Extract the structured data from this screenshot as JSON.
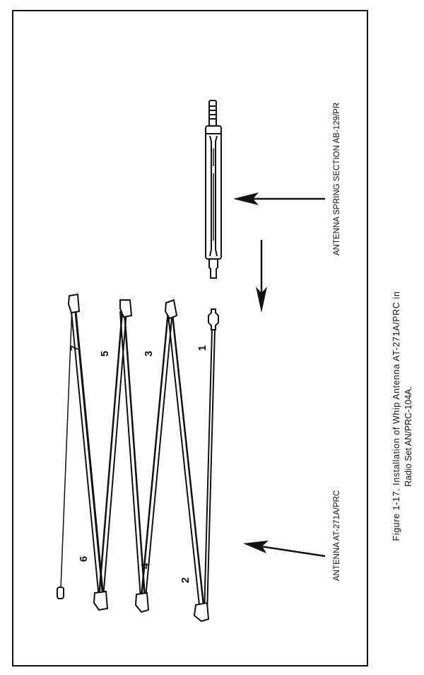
{
  "figure": {
    "labels": {
      "spring_section": "ANTENNA SPRING SECTION AB-129/PR",
      "antenna": "ANTENNA AT-271A/PRC"
    },
    "section_numbers": [
      "1",
      "2",
      "3",
      "4",
      "5",
      "6",
      "7"
    ],
    "caption": {
      "line1": "Figure 1-17. Installation of Whip Antenna AT-271A/PRC in",
      "line2": "Radio Set AN/PRC-104A."
    }
  }
}
